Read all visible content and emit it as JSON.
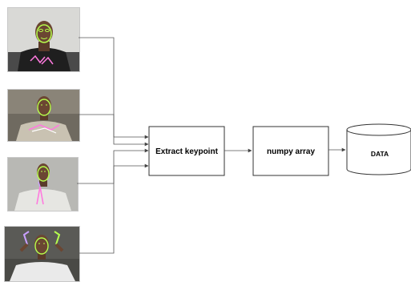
{
  "nodes": {
    "extract_keypoint": "Extract keypoint",
    "numpy_array": "numpy array",
    "data": "DATA"
  },
  "photos": [
    {
      "name": "photo-1",
      "alt_pose": "hands-low"
    },
    {
      "name": "photo-2",
      "alt_pose": "hands-crossed"
    },
    {
      "name": "photo-3",
      "alt_pose": "hands-together"
    },
    {
      "name": "photo-4",
      "alt_pose": "hands-up"
    }
  ],
  "colors": {
    "line": "#555555",
    "box_border": "#333333",
    "landmark": "#b6ff4d",
    "hand": "#ff7adf",
    "bg_photo": "#b9b9b9"
  }
}
